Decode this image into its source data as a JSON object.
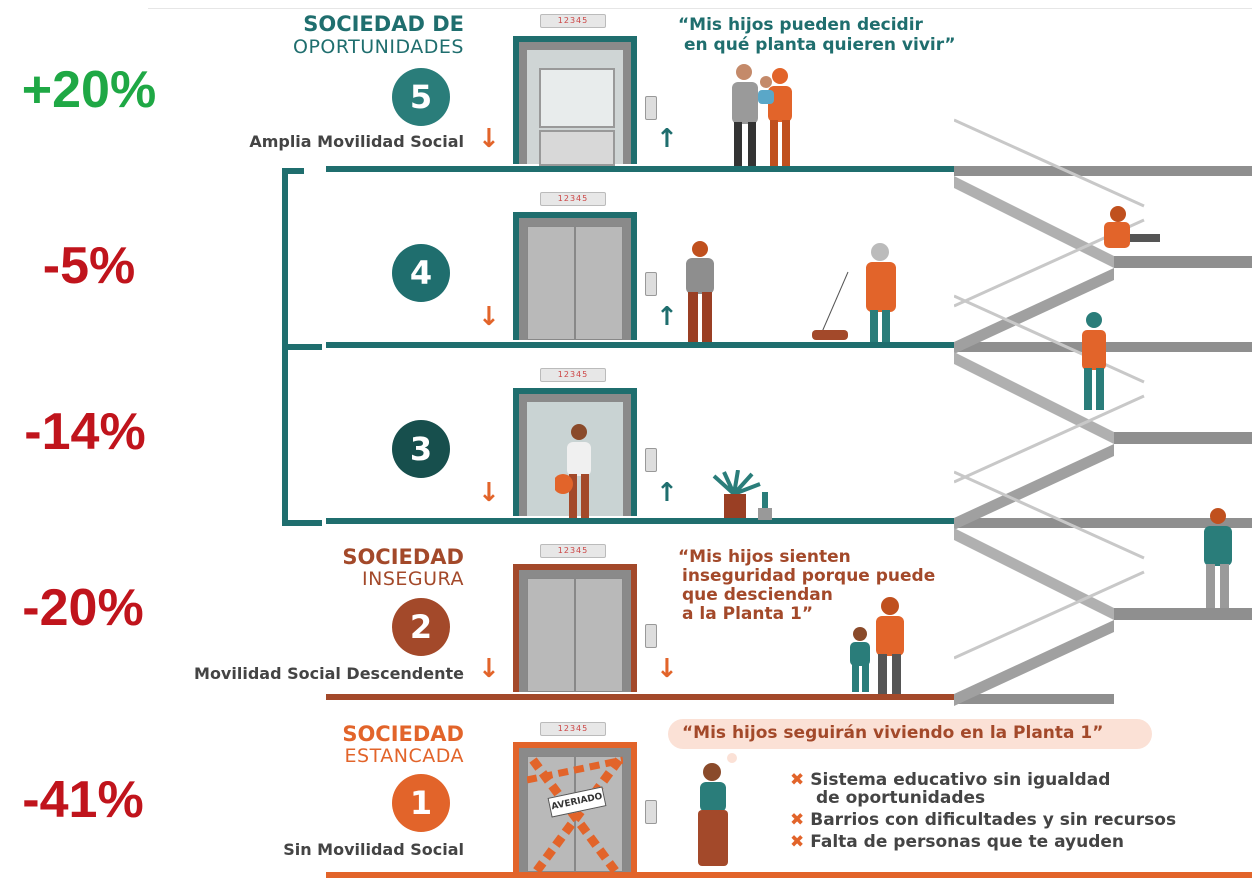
{
  "percentages": [
    {
      "value": "+20%",
      "color": "#1fa845"
    },
    {
      "value": "-5%",
      "color": "#c0141c"
    },
    {
      "value": "-14%",
      "color": "#c0141c"
    },
    {
      "value": "-20%",
      "color": "#c0141c"
    },
    {
      "value": "-41%",
      "color": "#c0141c"
    }
  ],
  "colors": {
    "teal": "#1f6e6e",
    "brown": "#a3492a",
    "orange": "#e2642a",
    "grey": "#9a9a9a"
  },
  "indicator_digits": "12345",
  "floors": {
    "f5": {
      "title_bold": "SOCIEDAD DE",
      "title_light": "OPORTUNIDADES",
      "number": "5",
      "caption": "Amplia Movilidad Social",
      "quote_line1": "“Mis hijos pueden decidir",
      "quote_line2": "en qué planta quieren vivir”"
    },
    "f4": {
      "number": "4"
    },
    "f3": {
      "number": "3"
    },
    "f2": {
      "title_bold": "SOCIEDAD",
      "title_light": "INSEGURA",
      "number": "2",
      "caption": "Movilidad Social Descendente",
      "quote_line1": "“Mis hijos sienten",
      "quote_line2": "inseguridad porque puede",
      "quote_line3": "que desciendan",
      "quote_line4": "a la Planta 1”"
    },
    "f1": {
      "title_bold": "SOCIEDAD",
      "title_light": "ESTANCADA",
      "number": "1",
      "caption": "Sin Movilidad Social",
      "quote": "“Mis hijos seguirán viviendo en la Planta 1”",
      "broken_sign": "AVERIADO",
      "bullets": [
        {
          "line1": "Sistema educativo sin igualdad",
          "line2": "de oportunidades"
        },
        {
          "line1": "Barrios con dificultades y sin recursos",
          "line2": ""
        },
        {
          "line1": "Falta de personas que te ayuden",
          "line2": ""
        }
      ]
    }
  },
  "arrows": {
    "up": "↑",
    "down": "↓",
    "cross": "✖"
  }
}
